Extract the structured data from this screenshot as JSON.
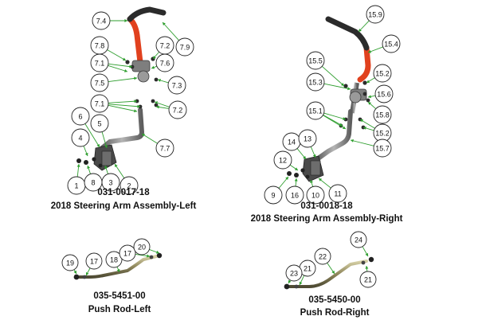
{
  "colors": {
    "handle_grip": "#e1411e",
    "black_grip": "#2b2b2b",
    "metal": "#8a8a8a",
    "dark_part": "#3a3a3a",
    "leader": "#2e9e2e",
    "rod": "#a39a6a"
  },
  "assemblies": [
    {
      "id": "left-steering",
      "part_number": "031-0017-18",
      "title": "2018 Steering Arm Assembly-Left",
      "callouts": [
        "7.4",
        "7.9",
        "7.8",
        "7.2",
        "7.1",
        "7.6",
        "7.5",
        "7.3",
        "7.1",
        "7.2",
        "6",
        "5",
        "7.7",
        "4",
        "1",
        "8",
        "3",
        "2"
      ]
    },
    {
      "id": "right-steering",
      "part_number": "031-0018-18",
      "title": "2018 Steering Arm Assembly-Right",
      "callouts": [
        "15.9",
        "15.4",
        "15.5",
        "15.2",
        "15.3",
        "15.6",
        "15.1",
        "15.8",
        "15.2",
        "15.7",
        "14",
        "13",
        "12",
        "9",
        "16",
        "10",
        "11"
      ]
    },
    {
      "id": "push-rod-left",
      "part_number": "035-5451-00",
      "title": "Push Rod-Left",
      "callouts": [
        "19",
        "17",
        "18",
        "17",
        "20"
      ]
    },
    {
      "id": "push-rod-right",
      "part_number": "035-5450-00",
      "title": "Push Rod-Right",
      "callouts": [
        "24",
        "22",
        "21",
        "23",
        "21"
      ]
    }
  ]
}
